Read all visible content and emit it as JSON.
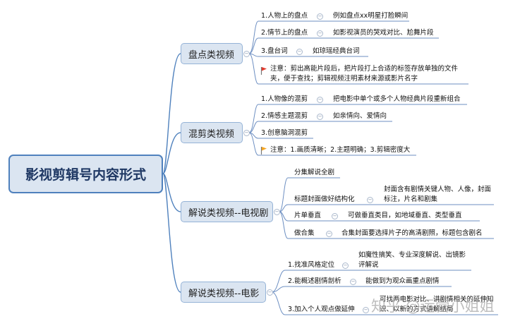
{
  "root": "影视剪辑号内容形式",
  "branches": [
    {
      "title": "盘点类视频",
      "items": [
        {
          "label": "1.人物上的盘点",
          "detail": "例如盘点xx明星打脸瞬间"
        },
        {
          "label": "2.情节上的盘点",
          "detail": "如影视演员的哭戏对比、尬舞片段"
        },
        {
          "label": "3.盘台词",
          "detail": "如琼瑶经典台词"
        },
        {
          "label": "注意：剪出高能片段后，把片段打上合适的标签存放单独的文件夹，便于查找；剪辑视频注明素材来源或影片名字"
        }
      ]
    },
    {
      "title": "混剪类视频",
      "items": [
        {
          "label": "1.人物像的混剪",
          "detail": "把电影中单个或多个人物经典片段重新组合"
        },
        {
          "label": "2.情感主题混剪",
          "detail": "如亲情向、爱情向"
        },
        {
          "label": "3.创意脑洞混剪"
        },
        {
          "label": "注意：1.画质清晰；2.主题明确；3.剪辑密度大"
        }
      ]
    },
    {
      "title": "解说类视频--电视剧",
      "items": [
        {
          "label": "分集解说全剧"
        },
        {
          "label": "标题封面做好结构化",
          "detail": "封面含有剧情关键人物、人像，封面标注，片名和剧集"
        },
        {
          "label": "片单垂直",
          "detail": "可做垂直类目，如地域垂直、类型垂直"
        },
        {
          "label": "做合集",
          "detail": "合集封面要选择片子的高清剧照，标题包含剧名"
        }
      ]
    },
    {
      "title": "解说类视频--电影",
      "items": [
        {
          "label": "1.找准风格定位",
          "detail": "如魔性搞笑、专业深度解说、出镜影评解说"
        },
        {
          "label": "2.能概述剧情剖析",
          "detail": "能做到为观众画重点剧情"
        },
        {
          "label": "3.加入个人观点做延伸",
          "detail": "可找两电影对比、讲剧情相关的延伸知识、以新的方式讲解结局"
        }
      ]
    }
  ],
  "watermark": "知乎 @运营小姐姐",
  "colors": {
    "connector": "#4f81bd",
    "underline": "#6d8fc2",
    "root_fill": "#dbe5f1",
    "flag_red": "#e23b2e",
    "flag_orange": "#f5a623"
  }
}
